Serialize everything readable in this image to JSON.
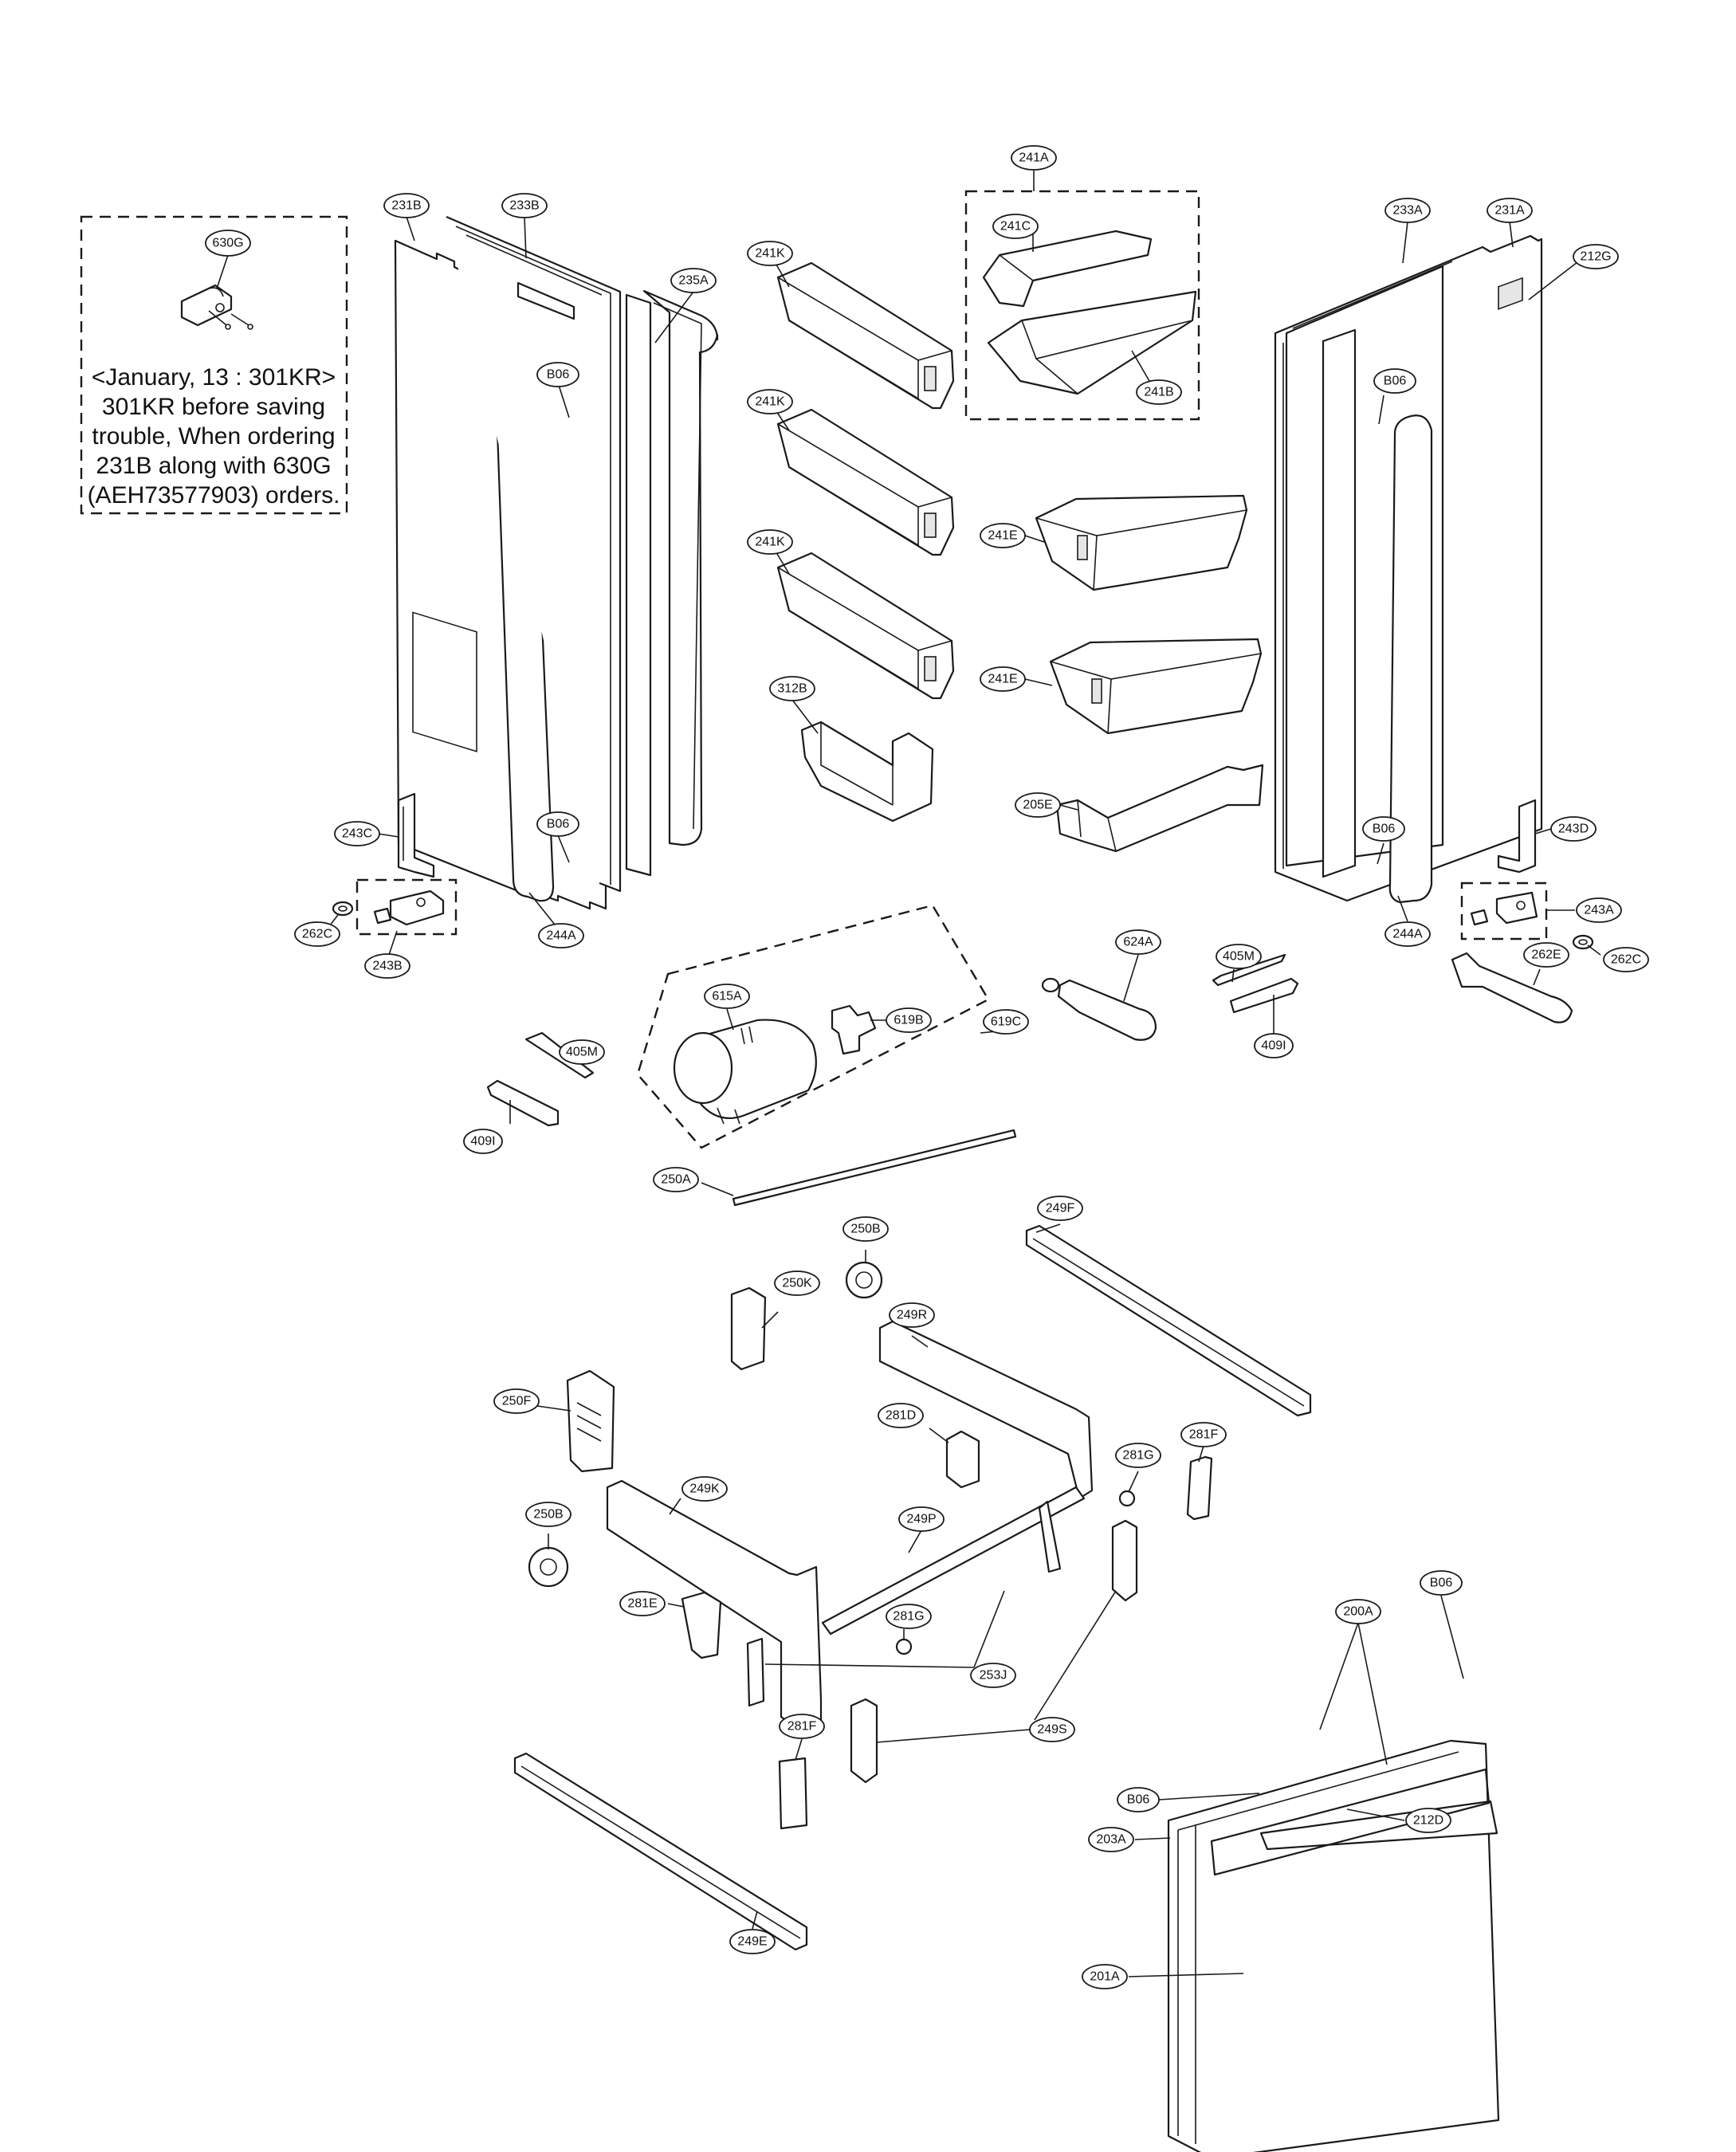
{
  "note": {
    "label": "630G",
    "lines": [
      "<January, 13 : 301KR>",
      "301KR before saving",
      "trouble, When ordering",
      "231B along with 630G",
      "(AEH73577903) orders."
    ]
  },
  "callouts": {
    "c231B": "231B",
    "c233B": "233B",
    "c235A": "235A",
    "c241A": "241A",
    "c241C": "241C",
    "c241B": "241B",
    "c241K_1": "241K",
    "c241K_2": "241K",
    "c241K_3": "241K",
    "c241E_1": "241E",
    "c241E_2": "241E",
    "c312B": "312B",
    "c205E": "205E",
    "c233A": "233A",
    "c231A": "231A",
    "c212G": "212G",
    "cB06_1": "B06",
    "cB06_2": "B06",
    "cB06_3": "B06",
    "cB06_4": "B06",
    "cB06_5": "B06",
    "cB06_6": "B06",
    "c243C": "243C",
    "c262C_1": "262C",
    "c243B": "243B",
    "c244A_1": "244A",
    "c243D": "243D",
    "c243A": "243A",
    "c262C_2": "262C",
    "c262E": "262E",
    "c244A_2": "244A",
    "c615A": "615A",
    "c619B": "619B",
    "c619C": "619C",
    "c624A": "624A",
    "c405M_1": "405M",
    "c409I_1": "409I",
    "c405M_2": "405M",
    "c409I_2": "409I",
    "c250A": "250A",
    "c250B_1": "250B",
    "c250K": "250K",
    "c249F": "249F",
    "c249R": "249R",
    "c250F": "250F",
    "c281D": "281D",
    "c281G_1": "281G",
    "c281F_1": "281F",
    "c250B_2": "250B",
    "c249K": "249K",
    "c249P": "249P",
    "c281E": "281E",
    "c281G_2": "281G",
    "c253J": "253J",
    "c249S": "249S",
    "c281F_2": "281F",
    "c249E": "249E",
    "c200A": "200A",
    "c212D": "212D",
    "c203A": "203A",
    "c201A": "201A"
  }
}
